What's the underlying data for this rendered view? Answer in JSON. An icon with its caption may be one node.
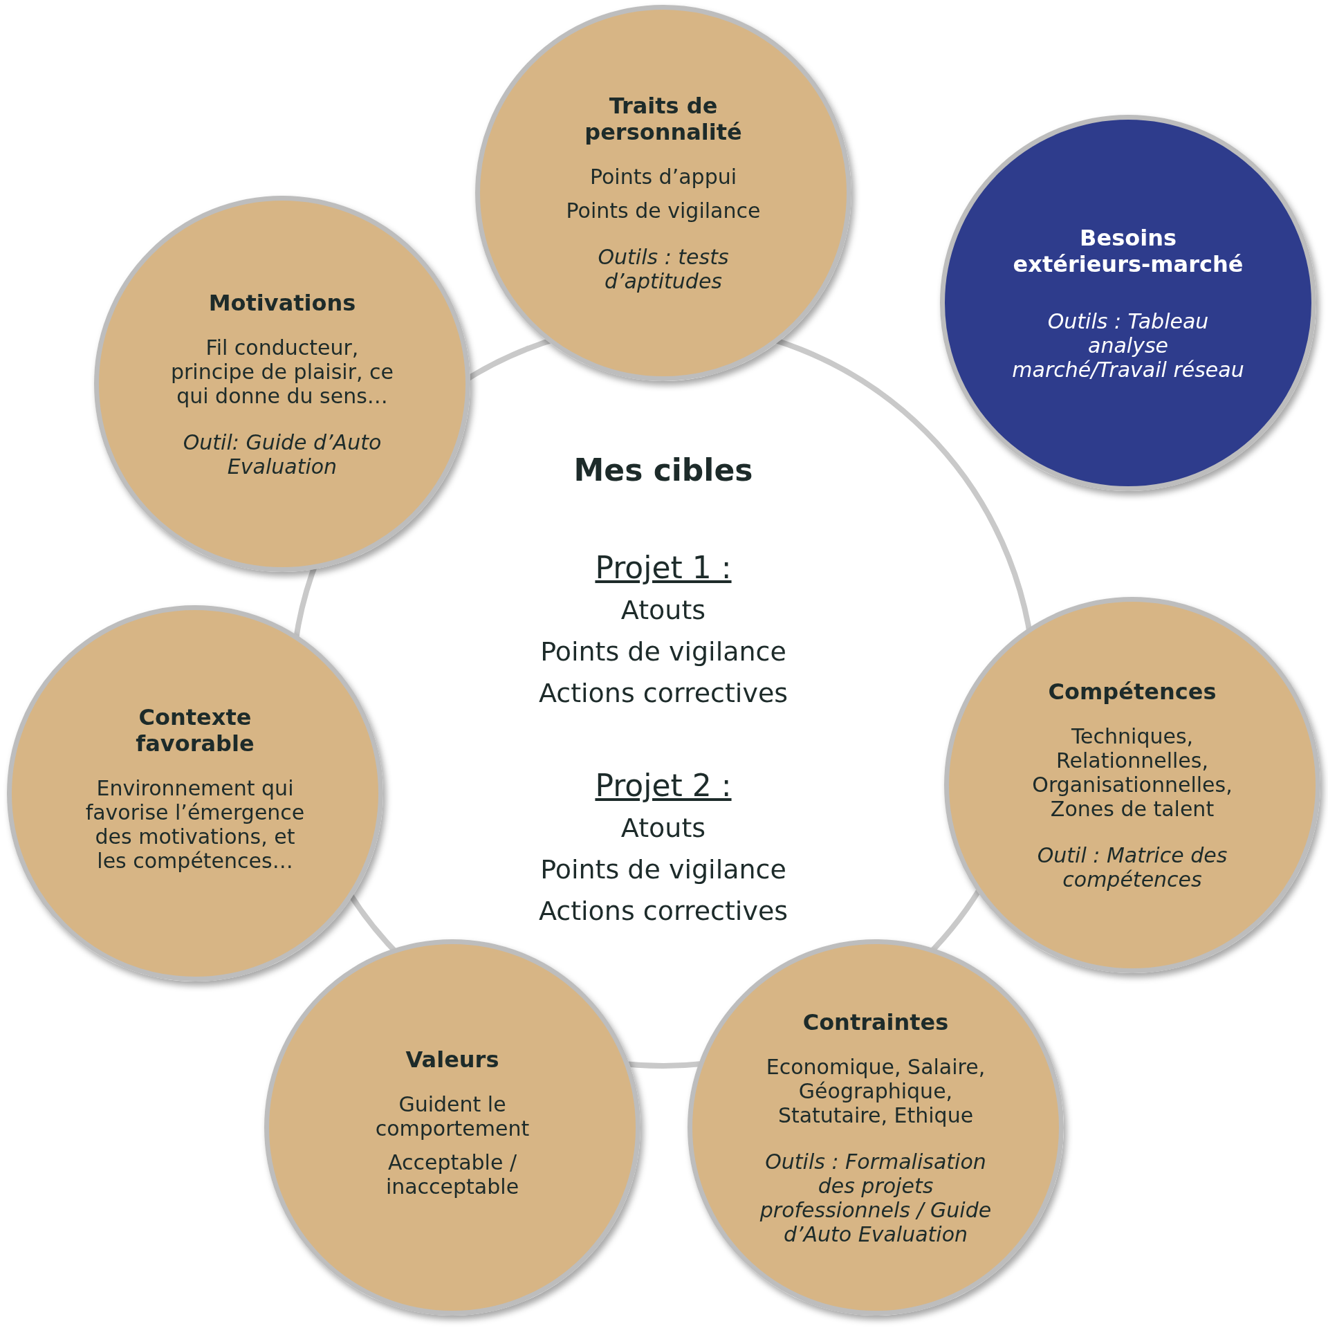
{
  "diagram": {
    "nodes": [
      {
        "text": [
          "Traits de personnalité",
          "Points d’appui",
          "Points de vigilance",
          "Outils : tests d’aptitudes"
        ]
      },
      {
        "text": [
          "Besoins extérieurs-marché",
          "Outils : Tableau analyse marché/Travail réseau"
        ]
      },
      {
        "text": [
          "Motivations",
          "Fil conducteur, principe de plaisir, ce qui donne du sens…",
          "Outil: Guide d’Auto Evaluation"
        ]
      },
      {
        "text": [
          "Mes cibles",
          "Projet 1 :",
          "Atouts",
          "Points de vigilance",
          "Actions correctives",
          "Projet 2 :",
          "Atouts",
          "Points de vigilance",
          "Actions correctives"
        ]
      },
      {
        "text": [
          "Compétences",
          "Techniques, Relationnelles, Organisationnelles, Zones de talent",
          "Outil : Matrice des compétences"
        ]
      },
      {
        "text": [
          "Contexte favorable",
          "Environnement qui favorise l’émergence des motivations, et les compétences…"
        ]
      },
      {
        "text": [
          "Valeurs",
          "Guident le comportement",
          "Acceptable / inacceptable"
        ]
      },
      {
        "text": [
          "Contraintes",
          "Economique, Salaire, Géographique, Statutaire, Ethique",
          "Outils : Formalisation des projets professionnels / Guide d’Auto Evaluation"
        ]
      }
    ]
  }
}
